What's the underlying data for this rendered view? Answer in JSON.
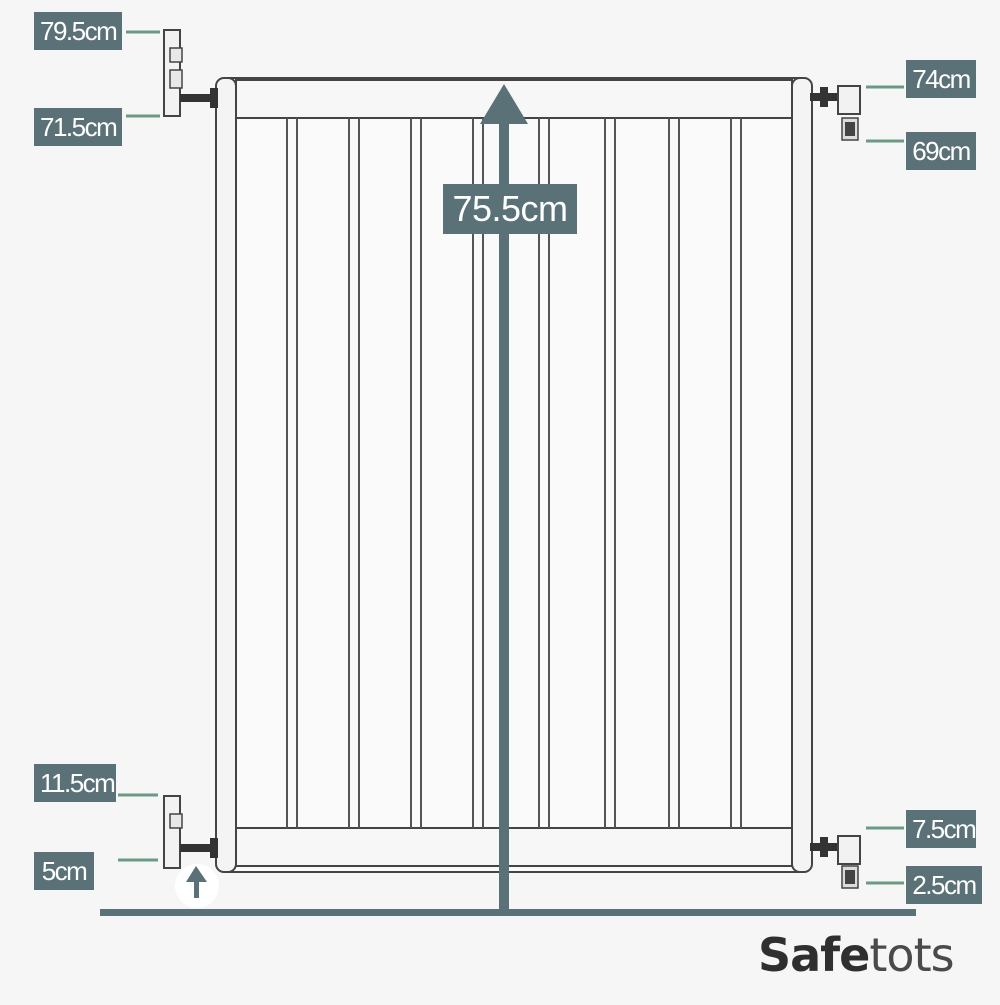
{
  "labels": {
    "left_top_upper": "79.5cm",
    "left_top_lower": "71.5cm",
    "right_top_upper": "74cm",
    "right_top_lower": "69cm",
    "left_bottom_upper": "11.5cm",
    "left_bottom_lower": "5cm",
    "right_bottom_upper": "7.5cm",
    "right_bottom_lower": "2.5cm",
    "center_height": "75.5cm"
  },
  "brand": {
    "part_bold": "Safe",
    "part_light": "tots"
  },
  "colors": {
    "label_bg": "#5b7178",
    "leader_line": "#6a9a84",
    "arrow": "#5b7178",
    "outline": "#444444",
    "background": "#f6f6f6"
  }
}
